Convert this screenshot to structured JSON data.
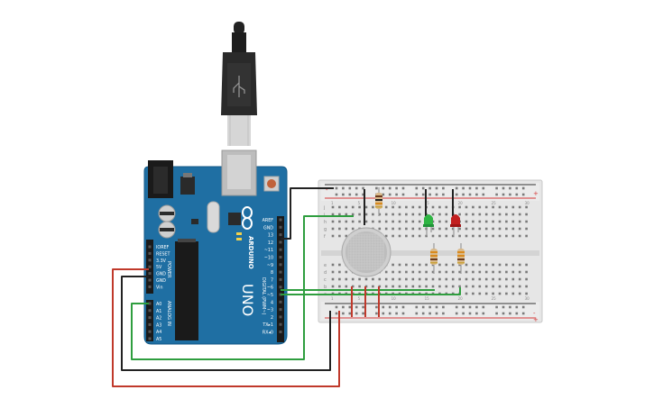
{
  "colors": {
    "board": "#1f6fa3",
    "breadboard": "#e3e3e3",
    "wire_red": "#c0392b",
    "wire_black": "#222222",
    "wire_green": "#2f9e3f",
    "led_green": "#2fb543",
    "led_red": "#c21f1f"
  },
  "arduino": {
    "brand": "ARDUINO",
    "model": "UNO",
    "digital_label": "DIGITAL (PWM~)",
    "power_label": "POWER",
    "analog_label": "ANALOG IN",
    "pins_digital": [
      "AREF",
      "GND",
      "13",
      "12",
      "~11",
      "~10",
      "~9",
      "8",
      "7",
      "~6",
      "~5",
      "4",
      "~3",
      "2",
      "TX▸1",
      "RX◂0"
    ],
    "pins_power": [
      "IOREF",
      "RESET",
      "3.3V",
      "5V",
      "GND",
      "GND",
      "Vin"
    ],
    "pins_analog": [
      "A0",
      "A1",
      "A2",
      "A3",
      "A4",
      "A5"
    ]
  },
  "breadboard": {
    "col_labels_top": [
      "1",
      "5",
      "10",
      "15",
      "20",
      "25",
      "30"
    ],
    "row_labels_upper": [
      "j",
      "i",
      "h",
      "g",
      "f"
    ],
    "row_labels_lower": [
      "e",
      "d",
      "c",
      "b",
      "a"
    ]
  },
  "components": {
    "leds": [
      "green",
      "red"
    ],
    "sensor": "gas-sensor"
  }
}
